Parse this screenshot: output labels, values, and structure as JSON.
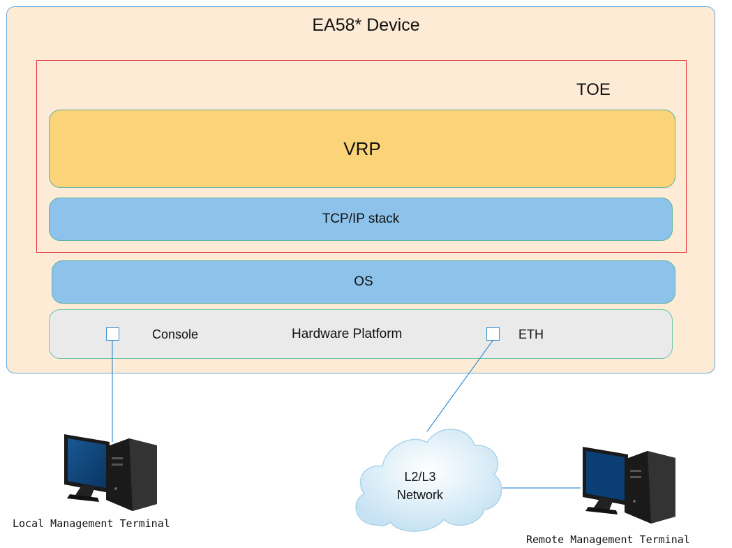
{
  "device": {
    "title": "EA58* Device"
  },
  "toe": {
    "label": "TOE"
  },
  "layers": {
    "vrp": "VRP",
    "tcpip": "TCP/IP stack",
    "os": "OS",
    "hardware": "Hardware Platform"
  },
  "ports": {
    "console": "Console",
    "eth": "ETH"
  },
  "network": {
    "line1": "L2/L3",
    "line2": "Network"
  },
  "terminals": {
    "local": "Local Management Terminal",
    "remote": "Remote Management Terminal"
  },
  "colors": {
    "device_bg": "#fdebd6",
    "toe_border": "#e8323c",
    "vrp_fill": "#fbd378",
    "stack_fill": "#8dc2ea",
    "hardware_fill": "#eaeaea",
    "link_line": "#3a8fd0"
  },
  "icons": {
    "terminal": "desktop-computer-icon",
    "network": "cloud-icon",
    "port": "port-square-icon"
  }
}
